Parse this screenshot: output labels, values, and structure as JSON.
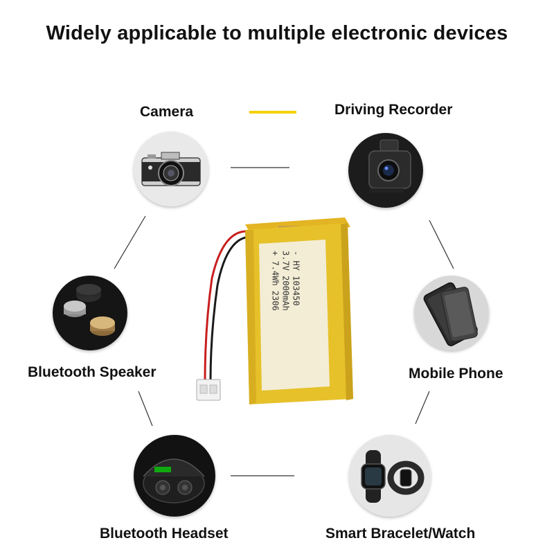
{
  "title": "Widely applicable to multiple electronic devices",
  "accent_color": "#f5d000",
  "devices": [
    {
      "label": "Camera",
      "icon": "camera-icon"
    },
    {
      "label": "Driving Recorder",
      "icon": "dashcam-icon"
    },
    {
      "label": "Bluetooth Speaker",
      "icon": "speaker-icon"
    },
    {
      "label": "Mobile Phone",
      "icon": "phone-icon"
    },
    {
      "label": "Bluetooth Headset",
      "icon": "earbuds-icon"
    },
    {
      "label": "Smart Bracelet/Watch",
      "icon": "watch-icon"
    }
  ],
  "battery": {
    "line1": "- HY  103450",
    "line2": "3.7V  2000mAh",
    "line3": "+ 7.4Wh   2306"
  }
}
